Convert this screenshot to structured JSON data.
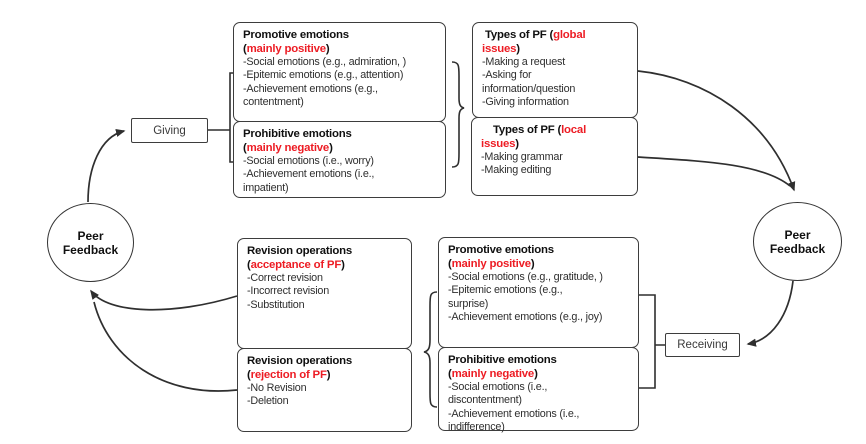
{
  "diagram": {
    "colors": {
      "accent_red": "#ED1C24",
      "line": "#2f2f2f",
      "box_border": "#3d3d3d"
    },
    "left_circle": {
      "line1": "Peer",
      "line2": "Feedback"
    },
    "right_circle": {
      "line1": "Peer",
      "line2": "Feedback"
    },
    "giving_label": "Giving",
    "receiving_label": "Receiving",
    "boxes": [
      {
        "id": "promotive-giving",
        "heading": [
          {
            "t": "Promotive emotions"
          },
          {
            "br": true
          },
          {
            "t": "("
          },
          {
            "t": "mainly positive",
            "red": true
          },
          {
            "t": ")"
          }
        ],
        "lines": [
          "-Social emotions (e.g., admiration, )",
          "-Epitemic emotions (e.g., attention)",
          "-Achievement emotions (e.g.,",
          "contentment)"
        ]
      },
      {
        "id": "prohibitive-giving",
        "heading": [
          {
            "t": "Prohibitive emotions"
          },
          {
            "br": true
          },
          {
            "t": "("
          },
          {
            "t": "mainly negative",
            "red": true
          },
          {
            "t": ")"
          }
        ],
        "lines": [
          "-Social emotions (i.e., worry)",
          "-Achievement emotions (i.e.,",
          "impatient)"
        ]
      },
      {
        "id": "types-global",
        "heading": [
          {
            "t": "Types of PF ("
          },
          {
            "t": "global",
            "red": true
          },
          {
            "br": true
          },
          {
            "t": "issues",
            "red": true
          },
          {
            "t": ")"
          }
        ],
        "lines": [
          "-Making a request",
          "-Asking for",
          "information/question",
          "-Giving information"
        ]
      },
      {
        "id": "types-local",
        "heading": [
          {
            "t": "Types of PF ("
          },
          {
            "t": "local",
            "red": true
          },
          {
            "br": true
          },
          {
            "t": "issues",
            "red": true
          },
          {
            "t": ")"
          }
        ],
        "lines": [
          "-Making grammar",
          "-Making editing"
        ]
      },
      {
        "id": "revision-acceptance",
        "heading": [
          {
            "t": "Revision operations"
          },
          {
            "br": true
          },
          {
            "t": "("
          },
          {
            "t": "acceptance of PF",
            "red": true
          },
          {
            "t": ")"
          }
        ],
        "lines": [
          "-Correct revision",
          "-Incorrect revision",
          "-Substitution"
        ]
      },
      {
        "id": "revision-rejection",
        "heading": [
          {
            "t": "Revision operations"
          },
          {
            "br": true
          },
          {
            "t": "("
          },
          {
            "t": "rejection of PF",
            "red": true
          },
          {
            "t": ")"
          }
        ],
        "lines": [
          "-No Revision",
          "-Deletion"
        ]
      },
      {
        "id": "promotive-receiving",
        "heading": [
          {
            "t": "Promotive emotions"
          },
          {
            "br": true
          },
          {
            "t": "("
          },
          {
            "t": "mainly positive",
            "red": true
          },
          {
            "t": ")"
          }
        ],
        "lines": [
          "-Social emotions (e.g., gratitude, )",
          "-Epitemic emotions (e.g.,",
          "surprise)",
          "-Achievement emotions (e.g., joy)"
        ]
      },
      {
        "id": "prohibitive-receiving",
        "heading": [
          {
            "t": "Prohibitive emotions"
          },
          {
            "br": true
          },
          {
            "t": "("
          },
          {
            "t": "mainly negative",
            "red": true
          },
          {
            "t": ")"
          }
        ],
        "lines": [
          "-Social emotions (i.e.,",
          "discontentment)",
          "-Achievement emotions (i.e.,",
          "indifference)"
        ]
      }
    ]
  }
}
